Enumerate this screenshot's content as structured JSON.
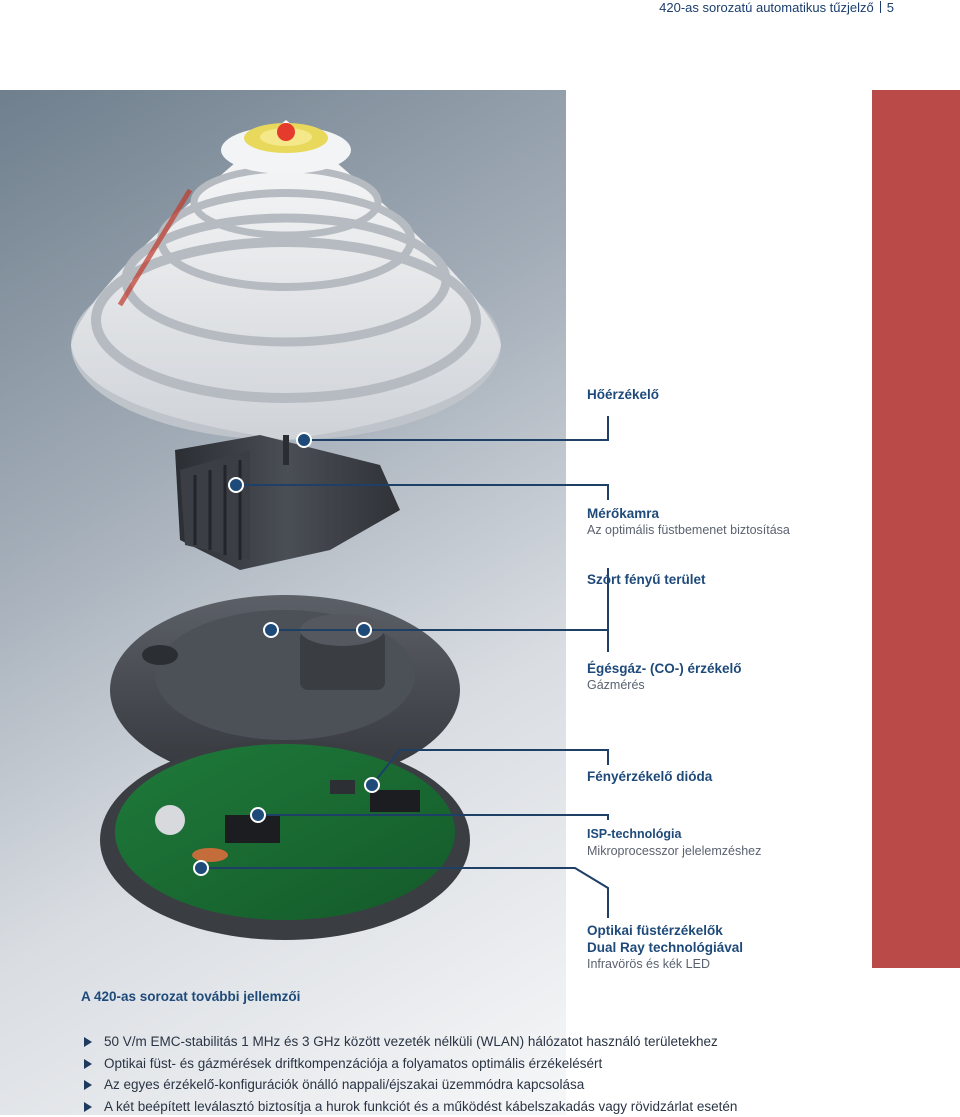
{
  "header": {
    "text": "420-as sorozatú automatikus tűzjelző",
    "page_number": "5"
  },
  "colors": {
    "accent": "#b94a48",
    "label_title": "#1e4a7a",
    "leader_line": "#1e3f66"
  },
  "labels": [
    {
      "title": "Hőérzékelő",
      "subtitle": ""
    },
    {
      "title": "Mérőkamra",
      "subtitle": "Az optimális füstbemenet biztosítása"
    },
    {
      "title": "Szórt fényű terület",
      "subtitle": ""
    },
    {
      "title": "Égésgáz- (CO-) érzékelő",
      "subtitle": "Gázmérés"
    },
    {
      "title": "Fényérzékelő dióda",
      "subtitle": ""
    },
    {
      "title": "ISP-technológia",
      "subtitle": "Mikroprocesszor jelelemzéshez"
    },
    {
      "title_line1": "Optikai füstérzékelők",
      "title_line2": "Dual Ray technológiával",
      "subtitle": "Infravörös és kék LED"
    }
  ],
  "features": {
    "title": "A 420-as sorozat további jellemzői",
    "items": [
      "50 V/m EMC-stabilitás 1 MHz és 3 GHz között vezeték nélküli (WLAN) hálózatot használó területekhez",
      "Optikai füst- és gázmérések driftkompenzációja a folyamatos optimális érzékelésért",
      "Az egyes érzékelő-konfigurációk önálló nappali/éjszakai üzemmódra kapcsolása",
      "A két beépített leválasztó biztosítja a hurok funkciót és a működést kábelszakadás vagy rövidzárlat esetén"
    ]
  }
}
